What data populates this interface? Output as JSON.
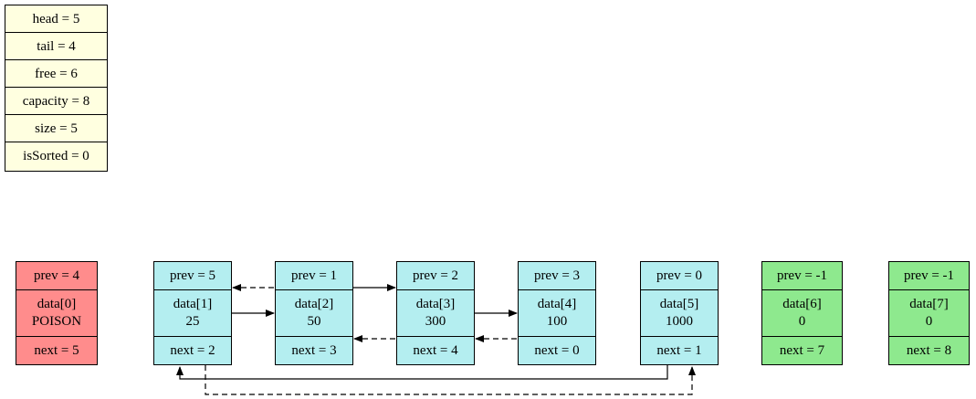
{
  "info": {
    "rows": [
      "head = 5",
      "tail = 4",
      "free = 6",
      "capacity = 8",
      "size = 5",
      "isSorted = 0"
    ]
  },
  "nodes": [
    {
      "prev": "prev = 4",
      "data_label": "data[0]",
      "data_value": "POISON",
      "next": "next = 5",
      "kind": "poison"
    },
    {
      "prev": "prev = 5",
      "data_label": "data[1]",
      "data_value": "25",
      "next": "next = 2",
      "kind": "used"
    },
    {
      "prev": "prev = 1",
      "data_label": "data[2]",
      "data_value": "50",
      "next": "next = 3",
      "kind": "used"
    },
    {
      "prev": "prev = 2",
      "data_label": "data[3]",
      "data_value": "300",
      "next": "next = 4",
      "kind": "used"
    },
    {
      "prev": "prev = 3",
      "data_label": "data[4]",
      "data_value": "100",
      "next": "next = 0",
      "kind": "used"
    },
    {
      "prev": "prev = 0",
      "data_label": "data[5]",
      "data_value": "1000",
      "next": "next = 1",
      "kind": "used"
    },
    {
      "prev": "prev = -1",
      "data_label": "data[6]",
      "data_value": "0",
      "next": "next = 7",
      "kind": "free"
    },
    {
      "prev": "prev = -1",
      "data_label": "data[7]",
      "data_value": "0",
      "next": "next = 8",
      "kind": "free"
    }
  ],
  "colors": {
    "poison": "#ff8c8c",
    "used": "#b4eef0",
    "free": "#8ee98e",
    "info": "#ffffe0"
  }
}
